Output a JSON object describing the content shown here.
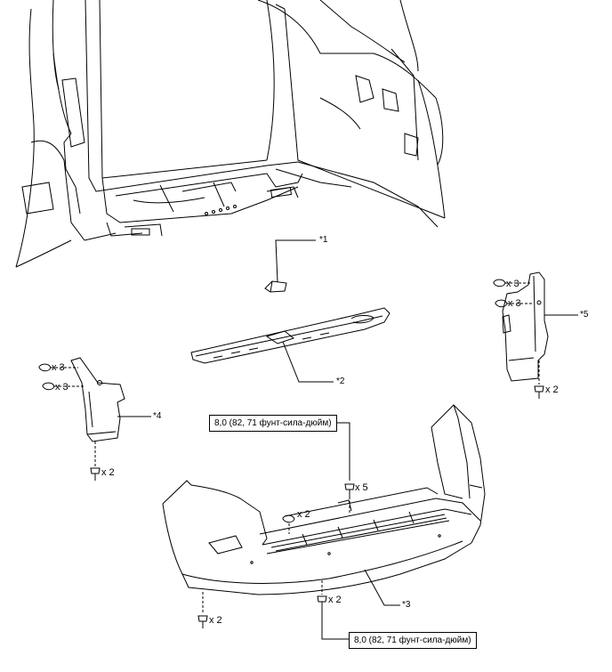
{
  "callouts": {
    "c1": "*1",
    "c2": "*2",
    "c3": "*3",
    "c4": "*4",
    "c5": "*5"
  },
  "quantities": {
    "rh_upper_clip": "x 3",
    "rh_lower_clip": "x 3",
    "rh_bolt": "x 2",
    "lh_upper_clip": "x 3",
    "lh_lower_clip": "x 3",
    "lh_bolt": "x 2",
    "center_clip": "x 2",
    "center_bolt": "x 5",
    "bottom_left_bolt": "x 2",
    "bottom_center_bolt": "x 2"
  },
  "torque": {
    "upper": "8,0 (82, 71 фунт-сила-дюйм)",
    "lower": "8,0 (82, 71 фунт-сила-дюйм)"
  }
}
